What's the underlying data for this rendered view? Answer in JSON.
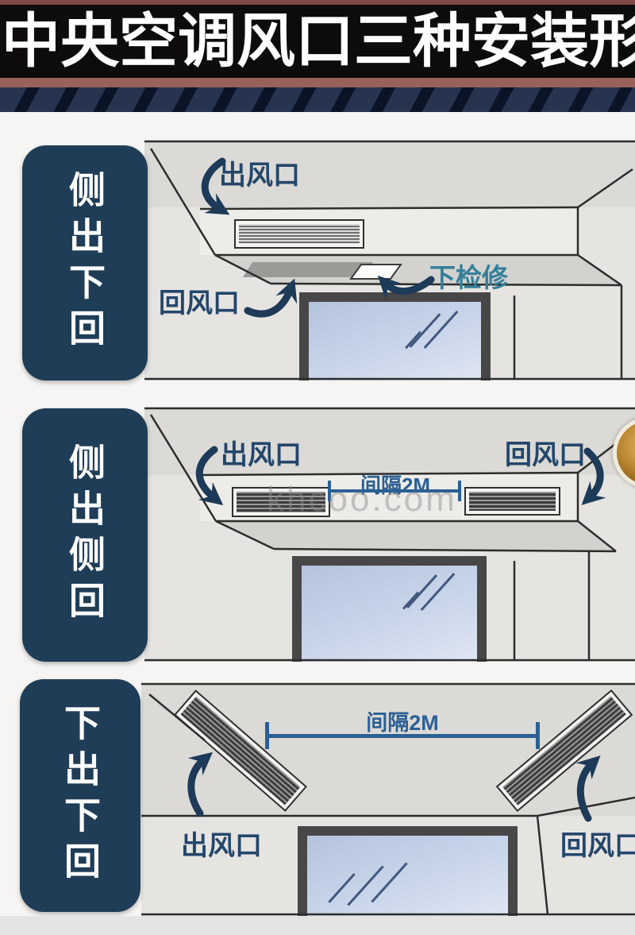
{
  "header": {
    "title": "中央空调风口三种安装形"
  },
  "watermark": {
    "text": "khcoo.com"
  },
  "panels": [
    {
      "id": "side-outlet-bottom-return",
      "title": "侧出下回",
      "labels": {
        "outlet": "出风口",
        "return": "回风口",
        "access": "下检修"
      }
    },
    {
      "id": "side-outlet-side-return",
      "title": "侧出侧回",
      "labels": {
        "outlet": "出风口",
        "return": "回风口",
        "gap": "间隔2M"
      }
    },
    {
      "id": "bottom-outlet-bottom-return",
      "title": "下出下回",
      "labels": {
        "outlet": "出风口",
        "return": "回风口",
        "gap": "间隔2M"
      }
    }
  ],
  "colors": {
    "header_bg": "#0d0b0c",
    "header_text": "#ffffff",
    "header_border": "#96625a",
    "stripe_band": "#1c2a45",
    "panel_label_bg": "#1f3d57",
    "panel_label_text": "#ffffff",
    "annotation_navy": "#24466b",
    "annotation_teal": "#35809b",
    "dimension_blue": "#2b6094",
    "arrow_navy": "#1d3a58",
    "scene_bg": "#e6e4e1",
    "window_glass": "#c9d5ea",
    "watermark_grey": "#8c8c8c"
  }
}
